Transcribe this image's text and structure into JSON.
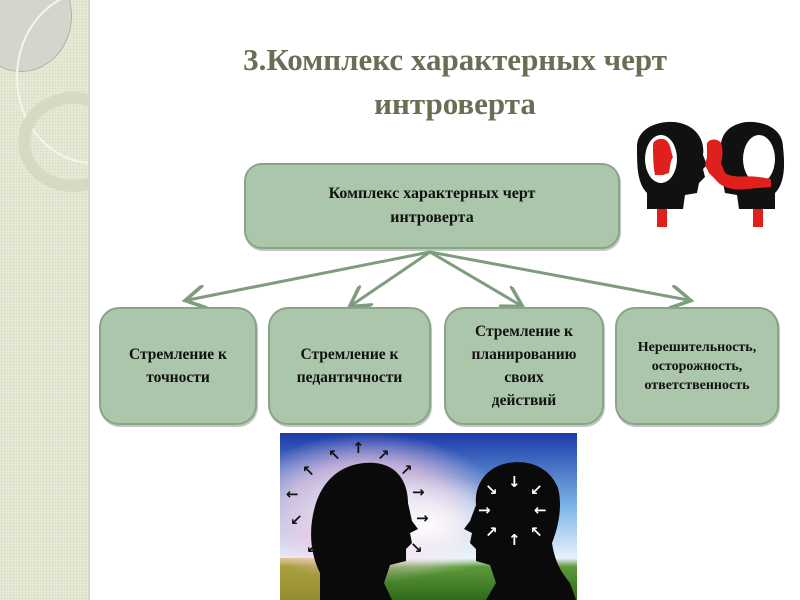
{
  "slide": {
    "title_line1": "3.Комплекс характерных черт",
    "title_line2": "интроверта",
    "colors": {
      "title": "#6b6e55",
      "box_fill": "#abc6ab",
      "box_border": "#8aa48a",
      "arrow": "#7e9c7e",
      "side_strip": "#e7ead6"
    }
  },
  "diagram": {
    "root": {
      "line1": "Комплекс характерных черт",
      "line2": "интроверта"
    },
    "children": [
      {
        "lines": [
          "Стремление к",
          "точности"
        ]
      },
      {
        "lines": [
          "Стремление к",
          "педантичности"
        ]
      },
      {
        "lines": [
          "Стремление к",
          "планированию",
          "своих",
          "действий"
        ]
      },
      {
        "lines": [
          "Нерешительность,",
          "осторожность,",
          "ответственность"
        ]
      }
    ]
  },
  "images": {
    "heads_illustration": "red-black-heads-illustration",
    "introvert_extrovert_photo": "silhouettes-arrows-photo"
  }
}
